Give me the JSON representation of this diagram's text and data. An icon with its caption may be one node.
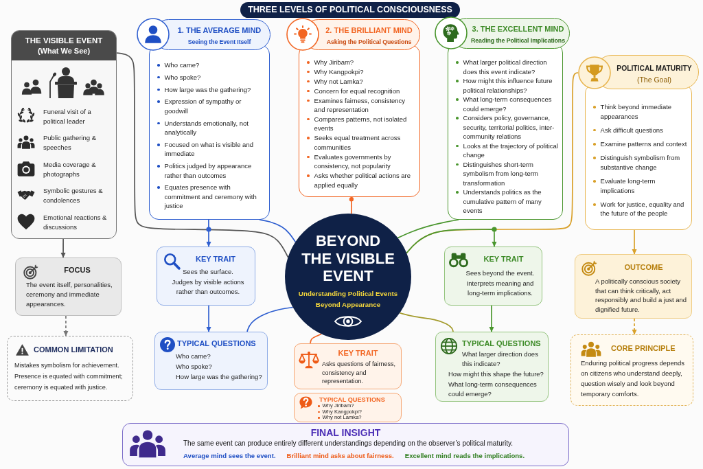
{
  "diagram": {
    "title": "THREE LEVELS OF POLITICAL CONSCIOUSNESS",
    "nodes": [
      {
        "text": [
          "THE VISIBLE EVENT",
          "(What We See)",
          "Funeral visit of a political leader",
          "Public gathering & speeches",
          "Media coverage & photographs",
          "Symbolic gestures & condolences",
          "Emotional reactions & discussions"
        ]
      },
      {
        "text": [
          "1. THE AVERAGE MIND",
          "Seeing the Event Itself",
          "Who came?",
          "Who spoke?",
          "How large was the gathering?",
          "Expression of sympathy or goodwill",
          "Understands emotionally, not analytically",
          "Focused on what is visible and immediate",
          "Politics judged by appearance rather than outcomes",
          "Equates presence with commitment and ceremony with justice"
        ]
      },
      {
        "text": [
          "2. THE BRILLIANT MIND",
          "Asking the Political Questions",
          "Why Jiribam?",
          "Why Kangpokpi?",
          "Why not Lamka?",
          "Concern for equal recognition",
          "Examines fairness, consistency and representation",
          "Compares patterns, not isolated events",
          "Seeks equal treatment across communities",
          "Evaluates governments by consistency, not popularity",
          "Asks whether political actions are applied equally"
        ]
      },
      {
        "text": [
          "3. THE EXCELLENT MIND",
          "Reading the Political Implications",
          "What larger political direction does this event indicate?",
          "How might this influence future political relationships?",
          "What long-term consequences could emerge?",
          "Considers policy, governance, security, territorial politics, inter-community relations",
          "Looks at the trajectory of political change",
          "Distinguishes short-term symbolism from long-term transformation",
          "Understands politics as the cumulative pattern of many events"
        ]
      },
      {
        "text": [
          "POLITICAL MATURITY",
          "(The Goal)",
          "Think beyond immediate appearances",
          "Ask difficult questions",
          "Examine patterns and context",
          "Distinguish symbolism from substantive change",
          "Evaluate long-term implications",
          "Work for justice, equality and the future of the people"
        ]
      },
      {
        "text": [
          "BEYOND THE VISIBLE EVENT",
          "Understanding Political Events Beyond Appearance"
        ]
      },
      {
        "text": [
          "FOCUS",
          "The event itself, personalities, ceremony and immediate appearances."
        ]
      },
      {
        "text": [
          "KEY TRAIT",
          "Sees the surface.",
          "Judges by visible actions rather than outcomes."
        ]
      },
      {
        "text": [
          "KEY TRAIT",
          "Sees beyond the event.",
          "Interprets meaning and long-term implications."
        ]
      },
      {
        "text": [
          "OUTCOME",
          "A politically conscious society that can think critically, act responsibly and build a just and dignified future."
        ]
      },
      {
        "text": [
          "COMMON LIMITATION",
          "Mistakes symbolism for achievement. Presence is equated with commitment; ceremony is equated with justice."
        ]
      },
      {
        "text": [
          "TYPICAL QUESTIONS",
          "Who came?",
          "Who spoke?",
          "How large was the gathering?"
        ]
      },
      {
        "text": [
          "KEY TRAIT",
          "Asks questions of fairness, consistency and representation."
        ]
      },
      {
        "text": [
          "TYPICAL QUESTIONS",
          "What larger direction does this indicate?",
          "How might this shape the future?",
          "What long-term consequences could emerge?"
        ]
      },
      {
        "text": [
          "CORE PRINCIPLE",
          "Enduring political progress depends on citizens who understand deeply, question wisely and look beyond temporary comforts."
        ]
      },
      {
        "text": [
          "TYPICAL QUESTIONS",
          "Why Jiribam?",
          "Why Kangpokpi?",
          "Why not Lamka?"
        ]
      },
      {
        "text": [
          "FINAL INSIGHT",
          "The same event can produce entirely different understandings depending on the observer’s political maturity.",
          "Average mind sees the event.",
          "Brilliant mind asks about fairness.",
          "Excellent mind reads the implications."
        ]
      }
    ],
    "edges": [
      {
        "from": 0,
        "to": 6,
        "arrow": "to",
        "color": "#555555"
      },
      {
        "from": 6,
        "to": 10,
        "arrow": "to",
        "style": "dashed",
        "color": "#777777"
      },
      {
        "from": 0,
        "to": 5,
        "arrow": "none",
        "color": "#555555"
      },
      {
        "from": 1,
        "to": 5,
        "arrow": "none",
        "color": "#2f5fd0"
      },
      {
        "from": 1,
        "to": 7,
        "arrow": "to",
        "color": "#2f5fd0"
      },
      {
        "from": 7,
        "to": 11,
        "arrow": "to",
        "color": "#2f5fd0"
      },
      {
        "from": 11,
        "to": 5,
        "arrow": "none",
        "color": "#2f5fd0"
      },
      {
        "from": 2,
        "to": 5,
        "arrow": "other",
        "color": "#f26522"
      },
      {
        "from": 5,
        "to": 12,
        "arrow": "none",
        "color": "#f26522"
      },
      {
        "from": 3,
        "to": 5,
        "arrow": "none",
        "color": "#4a962e"
      },
      {
        "from": 5,
        "to": 4,
        "arrow": "none",
        "color": "#d9a12b"
      },
      {
        "from": 5,
        "to": 8,
        "arrow": "to",
        "color": "#4a962e"
      },
      {
        "from": 8,
        "to": 13,
        "arrow": "to",
        "color": "#4a962e"
      },
      {
        "from": 5,
        "to": 13,
        "arrow": "none",
        "color": "#a39a2a"
      },
      {
        "from": 4,
        "to": 9,
        "arrow": "to",
        "color": "#d9a12b"
      },
      {
        "from": 9,
        "to": 14,
        "arrow": "to",
        "style": "dashed",
        "color": "#d9a12b"
      }
    ]
  }
}
